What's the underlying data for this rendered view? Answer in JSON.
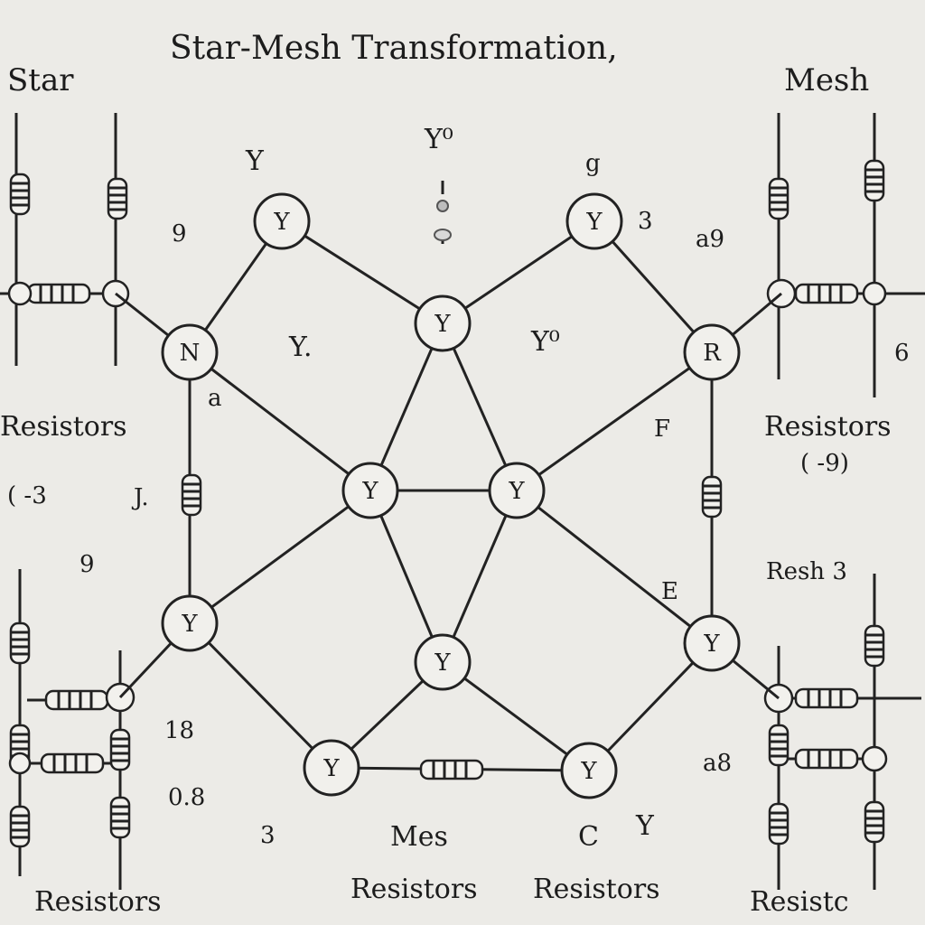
{
  "title": "Star-Mesh Transformation,",
  "corner": {
    "left": "Star",
    "right": "Mesh"
  },
  "nodes": [
    {
      "id": "n_tl",
      "label": "Y"
    },
    {
      "id": "n_tr",
      "label": "Y"
    },
    {
      "id": "n_top",
      "label": "Y"
    },
    {
      "id": "n_n",
      "label": "N"
    },
    {
      "id": "n_r",
      "label": "R"
    },
    {
      "id": "n_cl",
      "label": "Y"
    },
    {
      "id": "n_cr",
      "label": "Y"
    },
    {
      "id": "n_ml",
      "label": "Y"
    },
    {
      "id": "n_mr",
      "label": "Y"
    },
    {
      "id": "n_bc",
      "label": "Y"
    },
    {
      "id": "n_bl",
      "label": "Y"
    },
    {
      "id": "n_br",
      "label": "Y"
    }
  ],
  "labels": {
    "y_top_left": "Y",
    "y0_top": "Y⁰",
    "g_top_right": "g",
    "three_tr": "3",
    "nine_l": "9",
    "a9_r": "a9",
    "y_dot": "Y.",
    "y0_mid": "Y⁰",
    "a_left": "a",
    "six_r": "6",
    "resistors_l": "Resistors",
    "resistors_r": "Resistors",
    "paren_l": "( -3",
    "paren_r": "( -9)",
    "j_dot": "J.",
    "f_label": "F",
    "nine_l2": "9",
    "resh": "Resh 3",
    "e_label": "E",
    "n18": "18",
    "n08": "0.8",
    "a8_r": "a8",
    "three_b": "3",
    "mes": "Mes",
    "c_label": "C",
    "y_br": "Y",
    "resistors_b1": "Resistors",
    "resistors_b2": "Resistors",
    "resistors_b3": "Resistors",
    "resistc": "Resistc"
  }
}
